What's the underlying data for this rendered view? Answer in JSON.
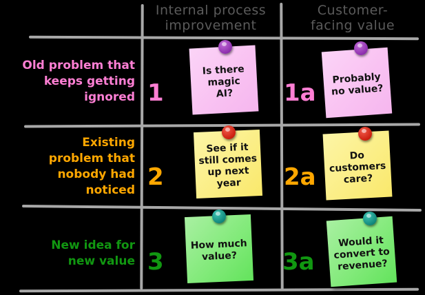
{
  "board": {
    "background_color": "#000000",
    "grid_line_color": "#a8a8a8"
  },
  "columns": [
    {
      "id": "internal",
      "header": "Internal process\nimprovement"
    },
    {
      "id": "customer",
      "header": "Customer-\nfacing  value"
    }
  ],
  "rows": [
    {
      "id": "old-problem",
      "label": "Old problem that\nkeeps getting\nignored",
      "color": "#ff7fd4",
      "note_color": "#f9c2f2",
      "pin_color": "#8e2fae",
      "pin_name": "purple",
      "cells": [
        {
          "number": "1",
          "note": "Is there\nmagic\nAI?"
        },
        {
          "number": "1a",
          "note": "Probably\nno value?"
        }
      ]
    },
    {
      "id": "existing-problem",
      "label": "Existing\nproblem that\nnobody had\nnoticed",
      "color": "#ffa700",
      "note_color": "#fbee86",
      "pin_color": "#cc2010",
      "pin_name": "red",
      "cells": [
        {
          "number": "2",
          "note": "See if it\nstill comes\nup next\nyear"
        },
        {
          "number": "2a",
          "note": "Do\ncustomers\ncare?"
        }
      ]
    },
    {
      "id": "new-idea",
      "label": "New idea for\nnew value",
      "color": "#119711",
      "note_color": "#83ea7b",
      "pin_color": "#11887c",
      "pin_name": "teal",
      "cells": [
        {
          "number": "3",
          "note": "How much\nvalue?"
        },
        {
          "number": "3a",
          "note": "Would it\nconvert to\nrevenue?"
        }
      ]
    }
  ]
}
